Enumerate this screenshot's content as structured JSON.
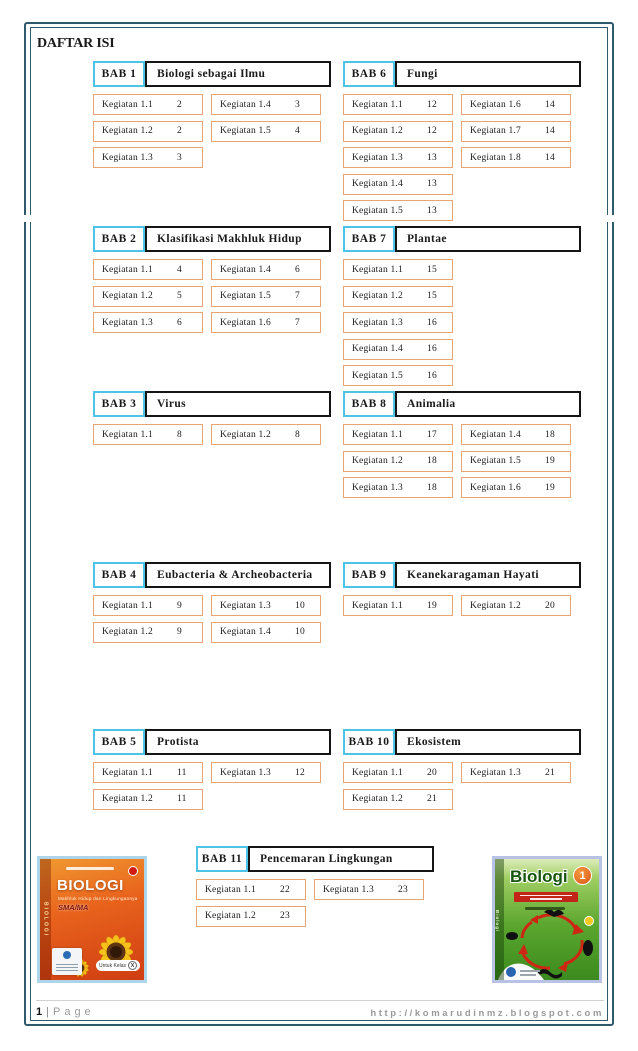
{
  "header": {
    "title": "DAFTAR ISI"
  },
  "sections": [
    {
      "bab": "BAB 1",
      "title": "Biologi sebagai Ilmu",
      "col1_count": 3,
      "kegiatan": [
        {
          "label": "Kegiatan 1.1",
          "page": "2"
        },
        {
          "label": "Kegiatan 1.2",
          "page": "2"
        },
        {
          "label": "Kegiatan 1.3",
          "page": "3"
        },
        {
          "label": "Kegiatan 1.4",
          "page": "3"
        },
        {
          "label": "Kegiatan 1.5",
          "page": "4"
        }
      ]
    },
    {
      "bab": "BAB 2",
      "title": "Klasifikasi Makhluk Hidup",
      "col1_count": 3,
      "kegiatan": [
        {
          "label": "Kegiatan 1.1",
          "page": "4"
        },
        {
          "label": "Kegiatan 1.2",
          "page": "5"
        },
        {
          "label": "Kegiatan 1.3",
          "page": "6"
        },
        {
          "label": "Kegiatan 1.4",
          "page": "6"
        },
        {
          "label": "Kegiatan 1.5",
          "page": "7"
        },
        {
          "label": "Kegiatan 1.6",
          "page": "7"
        }
      ]
    },
    {
      "bab": "BAB 3",
      "title": "Virus",
      "col1_count": 1,
      "kegiatan": [
        {
          "label": "Kegiatan 1.1",
          "page": "8"
        },
        {
          "label": "Kegiatan 1.2",
          "page": "8"
        }
      ]
    },
    {
      "bab": "BAB 4",
      "title": "Eubacteria & Archeobacteria",
      "col1_count": 2,
      "kegiatan": [
        {
          "label": "Kegiatan 1.1",
          "page": "9"
        },
        {
          "label": "Kegiatan 1.2",
          "page": "9"
        },
        {
          "label": "Kegiatan 1.3",
          "page": "10"
        },
        {
          "label": "Kegiatan 1.4",
          "page": "10"
        }
      ]
    },
    {
      "bab": "BAB 5",
      "title": "Protista",
      "col1_count": 2,
      "kegiatan": [
        {
          "label": "Kegiatan 1.1",
          "page": "11"
        },
        {
          "label": "Kegiatan 1.2",
          "page": "11"
        },
        {
          "label": "Kegiatan 1.3",
          "page": "12"
        }
      ]
    },
    {
      "bab": "BAB 6",
      "title": "Fungi",
      "col1_count": 5,
      "kegiatan": [
        {
          "label": "Kegiatan 1.1",
          "page": "12"
        },
        {
          "label": "Kegiatan 1.2",
          "page": "12"
        },
        {
          "label": "Kegiatan 1.3",
          "page": "13"
        },
        {
          "label": "Kegiatan 1.4",
          "page": "13"
        },
        {
          "label": "Kegiatan 1.5",
          "page": "13"
        },
        {
          "label": "Kegiatan 1.6",
          "page": "14"
        },
        {
          "label": "Kegiatan 1.7",
          "page": "14"
        },
        {
          "label": "Kegiatan 1.8",
          "page": "14"
        }
      ]
    },
    {
      "bab": "BAB 7",
      "title": "Plantae",
      "col1_count": 5,
      "kegiatan": [
        {
          "label": "Kegiatan 1.1",
          "page": "15"
        },
        {
          "label": "Kegiatan 1.2",
          "page": "15"
        },
        {
          "label": "Kegiatan 1.3",
          "page": "16"
        },
        {
          "label": "Kegiatan 1.4",
          "page": "16"
        },
        {
          "label": "Kegiatan 1.5",
          "page": "16"
        }
      ]
    },
    {
      "bab": "BAB 8",
      "title": "Animalia",
      "col1_count": 3,
      "kegiatan": [
        {
          "label": "Kegiatan 1.1",
          "page": "17"
        },
        {
          "label": "Kegiatan 1.2",
          "page": "18"
        },
        {
          "label": "Kegiatan 1.3",
          "page": "18"
        },
        {
          "label": "Kegiatan 1.4",
          "page": "18"
        },
        {
          "label": "Kegiatan 1.5",
          "page": "19"
        },
        {
          "label": "Kegiatan 1.6",
          "page": "19"
        }
      ]
    },
    {
      "bab": "BAB 9",
      "title": "Keanekaragaman Hayati",
      "col1_count": 1,
      "kegiatan": [
        {
          "label": "Kegiatan 1.1",
          "page": "19"
        },
        {
          "label": "Kegiatan 1.2",
          "page": "20"
        }
      ]
    },
    {
      "bab": "BAB 10",
      "title": "Ekosistem",
      "col1_count": 2,
      "kegiatan": [
        {
          "label": "Kegiatan 1.1",
          "page": "20"
        },
        {
          "label": "Kegiatan 1.2",
          "page": "21"
        },
        {
          "label": "Kegiatan 1.3",
          "page": "21"
        }
      ]
    },
    {
      "bab": "BAB 11",
      "title": "Pencemaran Lingkungan",
      "col1_count": 2,
      "kegiatan": [
        {
          "label": "Kegiatan 1.1",
          "page": "22"
        },
        {
          "label": "Kegiatan 1.2",
          "page": "23"
        },
        {
          "label": "Kegiatan 1.3",
          "page": "23"
        }
      ]
    }
  ],
  "books": {
    "left": {
      "title": "BIOLOGI",
      "subtitle": "Makhluk Hidup dan Lingkungannya",
      "level": "SMA/MA",
      "badge": "Untuk Kelas",
      "badge_class": "X",
      "spine": "BIOLOGI"
    },
    "right": {
      "title": "Biologi",
      "volume": "1",
      "spine": "Biologi"
    }
  },
  "footer": {
    "page_number": "1",
    "separator": "|",
    "page_label": "Page",
    "url": "http://komarudinmz.blogspot.com"
  },
  "colors": {
    "frame": "#2f5a6b",
    "bab_border": "#4ec3e8",
    "title_border": "#151515",
    "keg_border": "#e8a472"
  }
}
